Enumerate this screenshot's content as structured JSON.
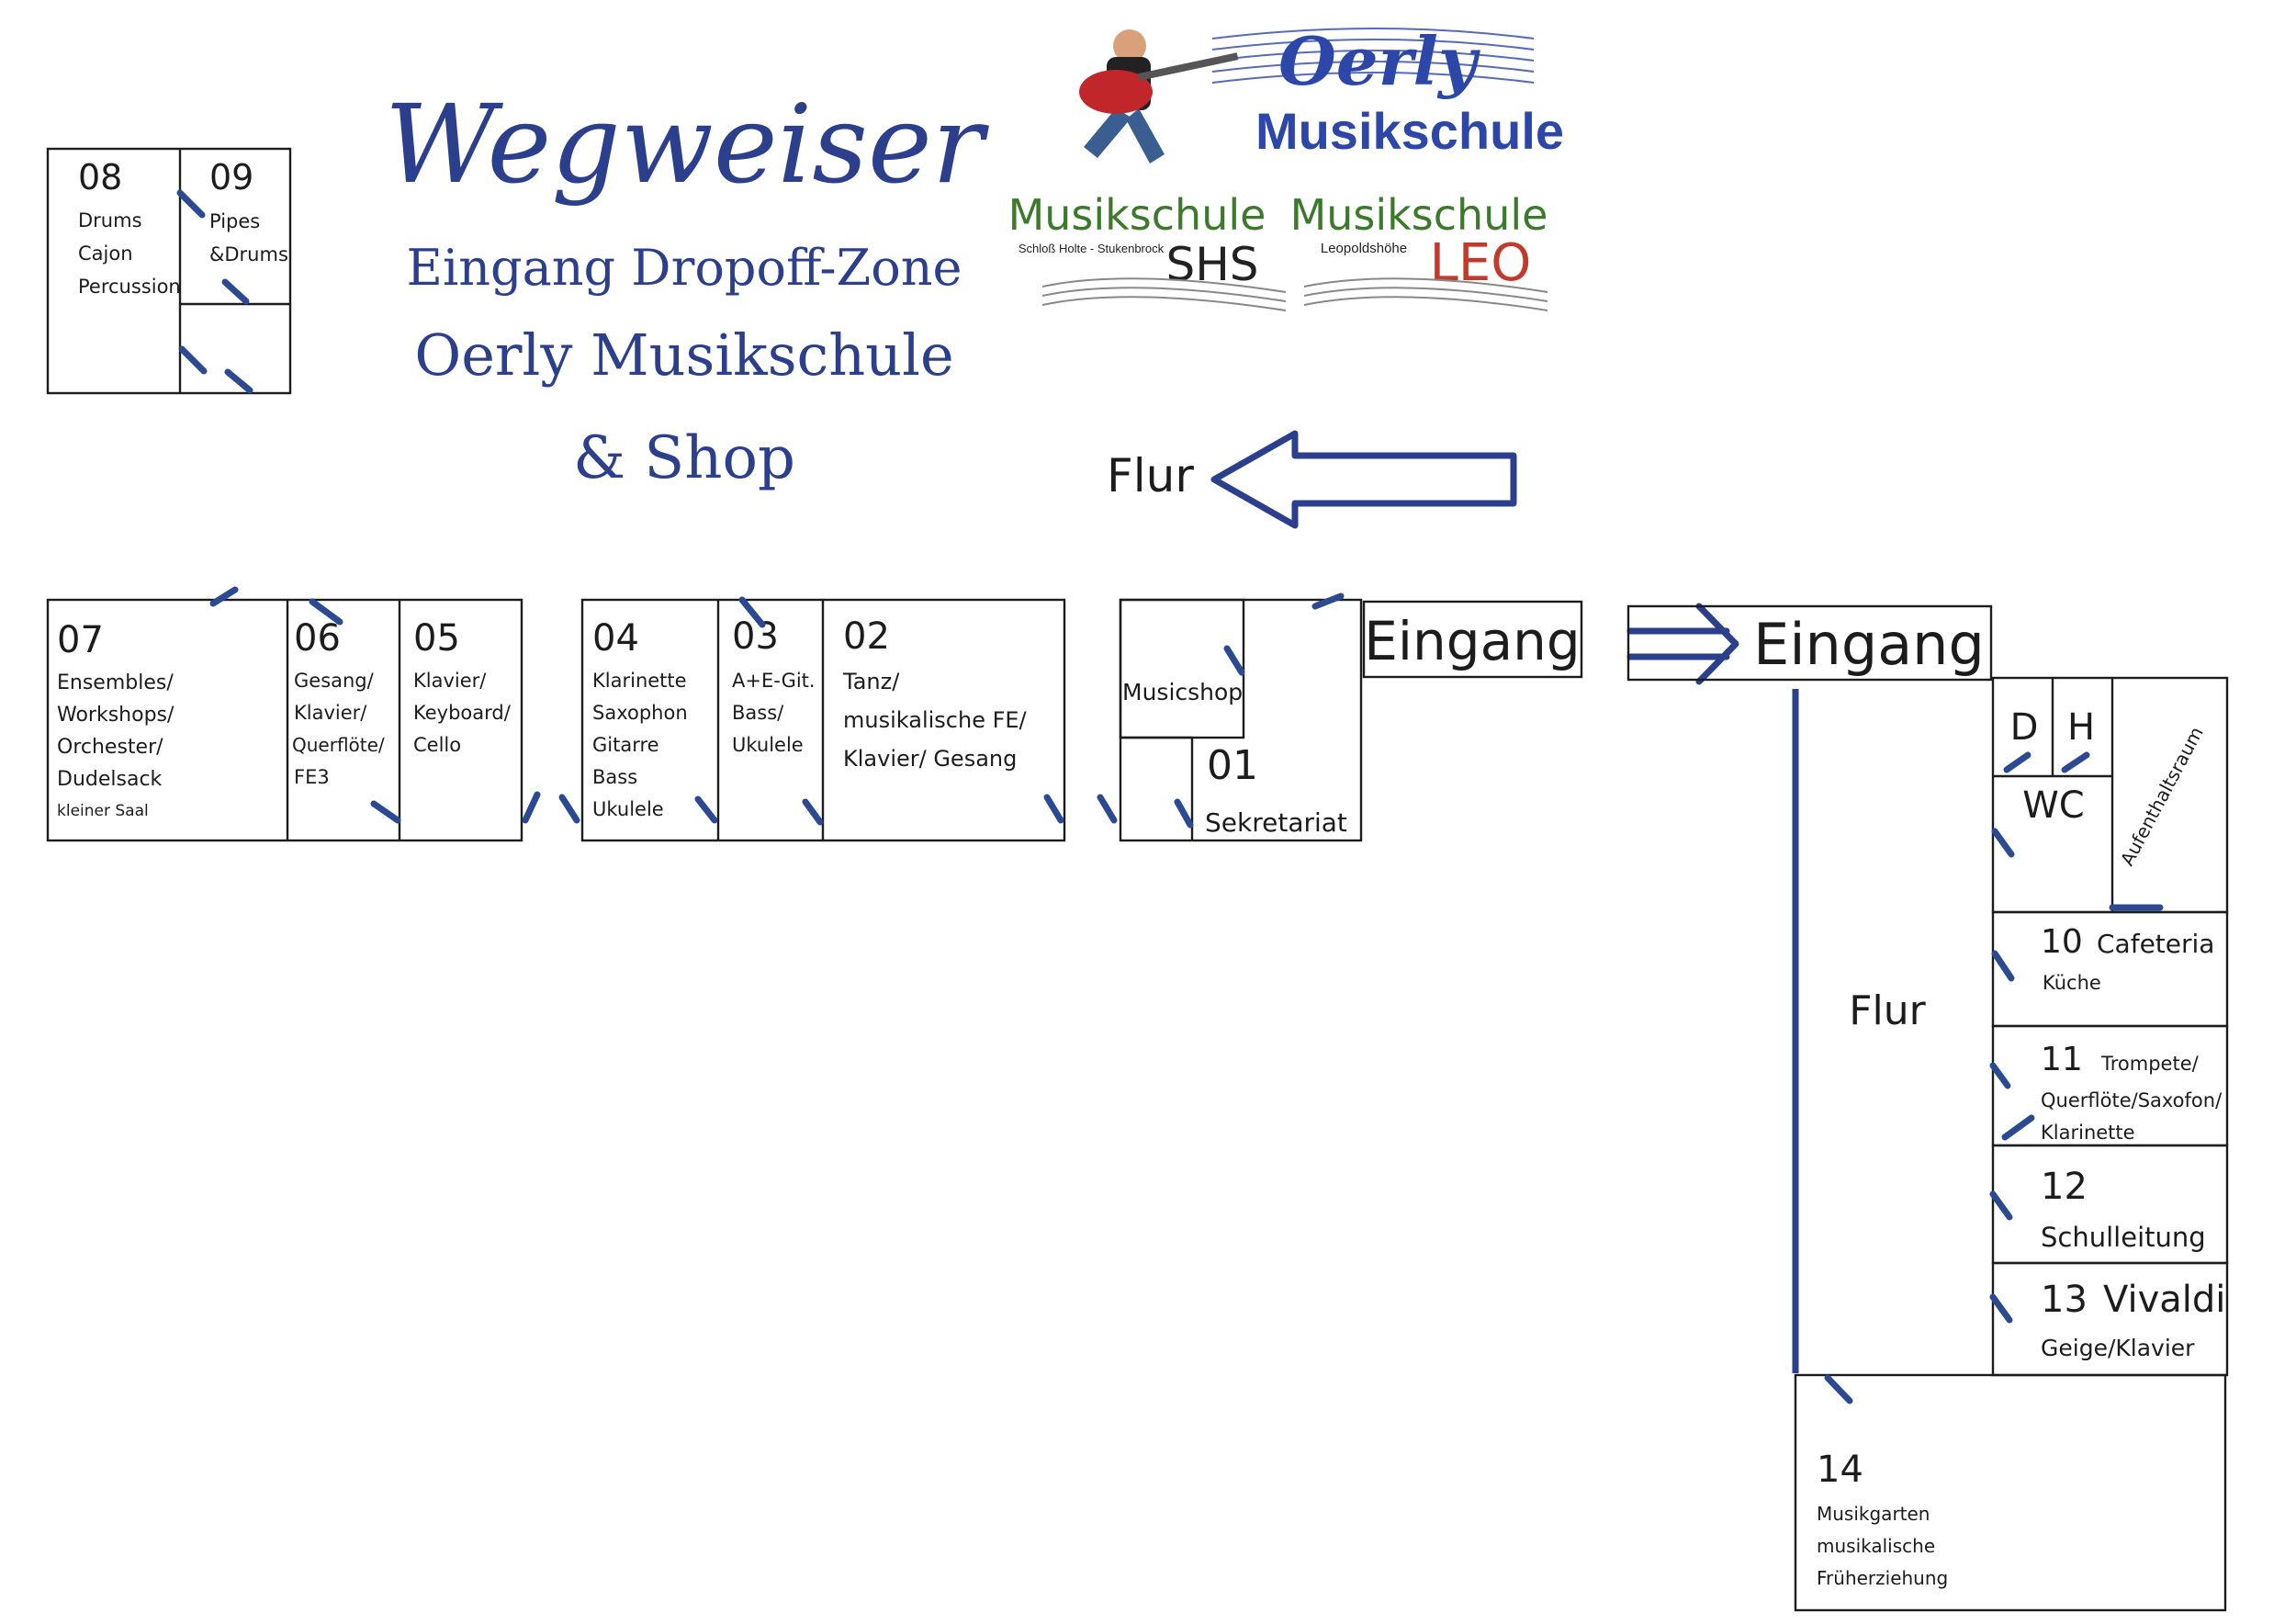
{
  "header": {
    "title": "Wegweiser",
    "subtitle_lines": [
      "Eingang Dropoff-Zone",
      "Oerly Musikschule",
      "& Shop"
    ]
  },
  "logo": {
    "brand": "Oerly",
    "brand_sub": "Musikschule",
    "left_school": "Musikschule",
    "left_place": "Schloß Holte - Stukenbrock",
    "left_code": "SHS",
    "right_school": "Musikschule",
    "right_place": "Leopoldshöhe",
    "right_code": "LEO"
  },
  "corridor": {
    "top_label": "Flur",
    "right_label": "Flur",
    "entrance_left": "Eingang",
    "entrance_right": "Eingang"
  },
  "rooms": {
    "r08": {
      "number": "08",
      "lines": [
        "Drums",
        "Cajon",
        "Percussion"
      ]
    },
    "r09": {
      "number": "09",
      "lines": [
        "Pipes",
        "&Drums"
      ]
    },
    "r07": {
      "number": "07",
      "lines": [
        "Ensembles/",
        "Workshops/",
        "Orchester/",
        "Dudelsack"
      ],
      "note": "kleiner Saal"
    },
    "r06": {
      "number": "06",
      "lines": [
        "Gesang/",
        "Klavier/",
        "Querflöte/",
        "FE3"
      ]
    },
    "r05": {
      "number": "05",
      "lines": [
        "Klavier/",
        "Keyboard/",
        "Cello"
      ]
    },
    "r04": {
      "number": "04",
      "lines": [
        "Klarinette",
        "Saxophon",
        "Gitarre",
        "Bass",
        "Ukulele"
      ]
    },
    "r03": {
      "number": "03",
      "lines": [
        "A+E-Git.",
        "Bass/",
        "Ukulele"
      ]
    },
    "r02": {
      "number": "02",
      "lines": [
        "Tanz/",
        "musikalische FE/",
        "Klavier/ Gesang"
      ]
    },
    "shop": {
      "label": "Musicshop"
    },
    "r01": {
      "number": "01",
      "label": "Sekretariat"
    },
    "wc": {
      "d": "D",
      "h": "H",
      "label": "WC"
    },
    "lounge": {
      "label": "Aufenthaltsraum"
    },
    "r10": {
      "number": "10",
      "label": "Cafeteria",
      "sub": "Küche"
    },
    "r11": {
      "number": "11",
      "lines": [
        "Trompete/",
        "Querflöte/Saxofon/",
        "Klarinette"
      ]
    },
    "r12": {
      "number": "12",
      "label": "Schulleitung"
    },
    "r13": {
      "number": "13",
      "label": "Vivaldi",
      "sub": "Geige/Klavier"
    },
    "r14": {
      "number": "14",
      "lines": [
        "Musikgarten",
        "musikalische",
        "Früherziehung"
      ]
    }
  },
  "colors": {
    "ink": "#1c1c1c",
    "blue": "#2b3f8c",
    "door": "#2b4a92",
    "logo_blue": "#2c47a8",
    "logo_green": "#3b7a2a",
    "logo_red": "#c23a2a"
  }
}
